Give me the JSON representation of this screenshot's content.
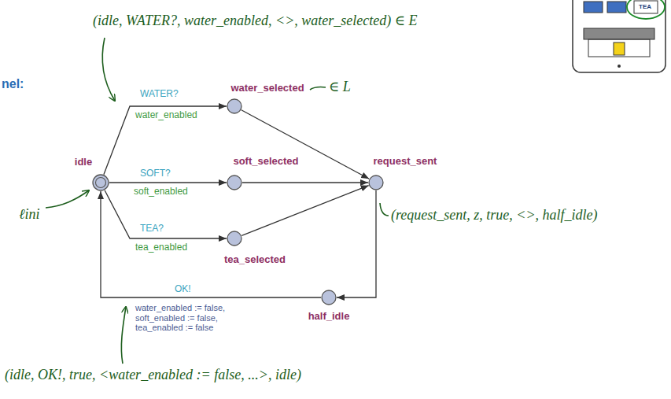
{
  "diagram": {
    "nodes": [
      {
        "text": [
          "idle"
        ]
      },
      {
        "text": [
          "water_selected"
        ]
      },
      {
        "text": [
          "soft_selected"
        ]
      },
      {
        "text": [
          "request_sent"
        ]
      },
      {
        "text": [
          "tea_selected"
        ]
      },
      {
        "text": [
          "half_idle"
        ]
      }
    ],
    "edges": [
      {
        "from": 0,
        "to": 1,
        "label": "WATER?",
        "arrow": "to"
      },
      {
        "from": 0,
        "to": 2,
        "label": "SOFT?",
        "arrow": "to"
      },
      {
        "from": 0,
        "to": 4,
        "label": "TEA?",
        "arrow": "to"
      },
      {
        "from": 1,
        "to": 3,
        "arrow": "to"
      },
      {
        "from": 2,
        "to": 3,
        "arrow": "to"
      },
      {
        "from": 4,
        "to": 3,
        "arrow": "to"
      },
      {
        "from": 3,
        "to": 5,
        "arrow": "to"
      },
      {
        "from": 5,
        "to": 0,
        "label": "OK!",
        "arrow": "to"
      }
    ],
    "labels": [
      "(idle, WATER?, water_enabled, <>, water_selected) ∈ E",
      "nel:",
      "TEA",
      "water_enabled",
      "soft_enabled",
      "tea_enabled",
      "water_enabled := false, soft_enabled := false, tea_enabled := false",
      "∈ L",
      "ℓini",
      "(request_sent, z, true, <>, half_idle)",
      "(idle, OK!, true, <water_enabled := false, ...>, idle)"
    ]
  }
}
